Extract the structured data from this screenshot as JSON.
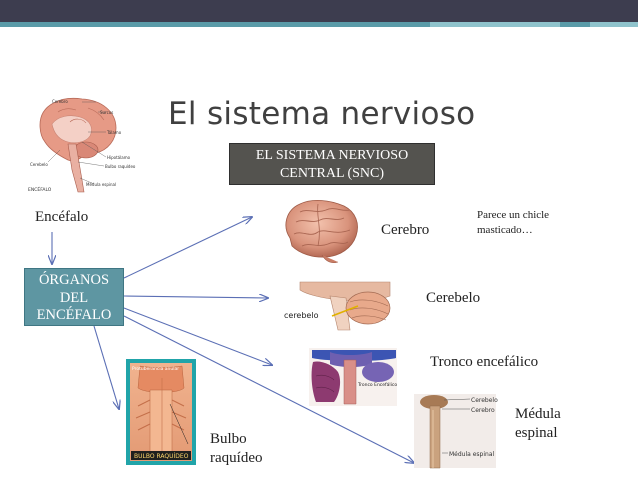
{
  "slide": {
    "title": "El sistema nervioso",
    "snc_box": {
      "line1": "EL SISTEMA NERVIOSO",
      "line2": "CENTRAL (SNC)"
    },
    "encefalo_label": "Encéfalo",
    "organos_box": {
      "line1": "ÓRGANOS",
      "line2": "DEL",
      "line3": "ENCÉFALO"
    },
    "parts": {
      "cerebro": {
        "label": "Cerebro",
        "note_line1": "Parece un chicle",
        "note_line2": "masticado…"
      },
      "cerebelo": {
        "label": "Cerebelo",
        "image_caption": "cerebelo"
      },
      "tronco": {
        "label": "Tronco encefálico",
        "image_caption": "Tronco Encefálico"
      },
      "medula": {
        "label_line1": "Médula",
        "label_line2": "espinal",
        "image_labels": [
          "Cerebelo",
          "Cerebro",
          "Médula espinal"
        ]
      },
      "bulbo": {
        "label_line1": "Bulbo",
        "label_line2": "raquídeo",
        "image_caption": "BULBO RAQUÍDEO",
        "image_top_caption": "Protuberancia anular"
      }
    },
    "encefalo_diagram": {
      "labels": [
        "Cerebro",
        "Surcos",
        "Tálamo",
        "Hipotálamo",
        "Bulbo raquídeo",
        "Cerebelo",
        "Médula espinal",
        "ENCÉFALO"
      ]
    }
  },
  "colors": {
    "topbar": "#3d3d4f",
    "accent": "#5a9ba8",
    "snc_box": "#54534f",
    "organos_box": "#5e96a2",
    "arrow": "#5b6fb5"
  }
}
